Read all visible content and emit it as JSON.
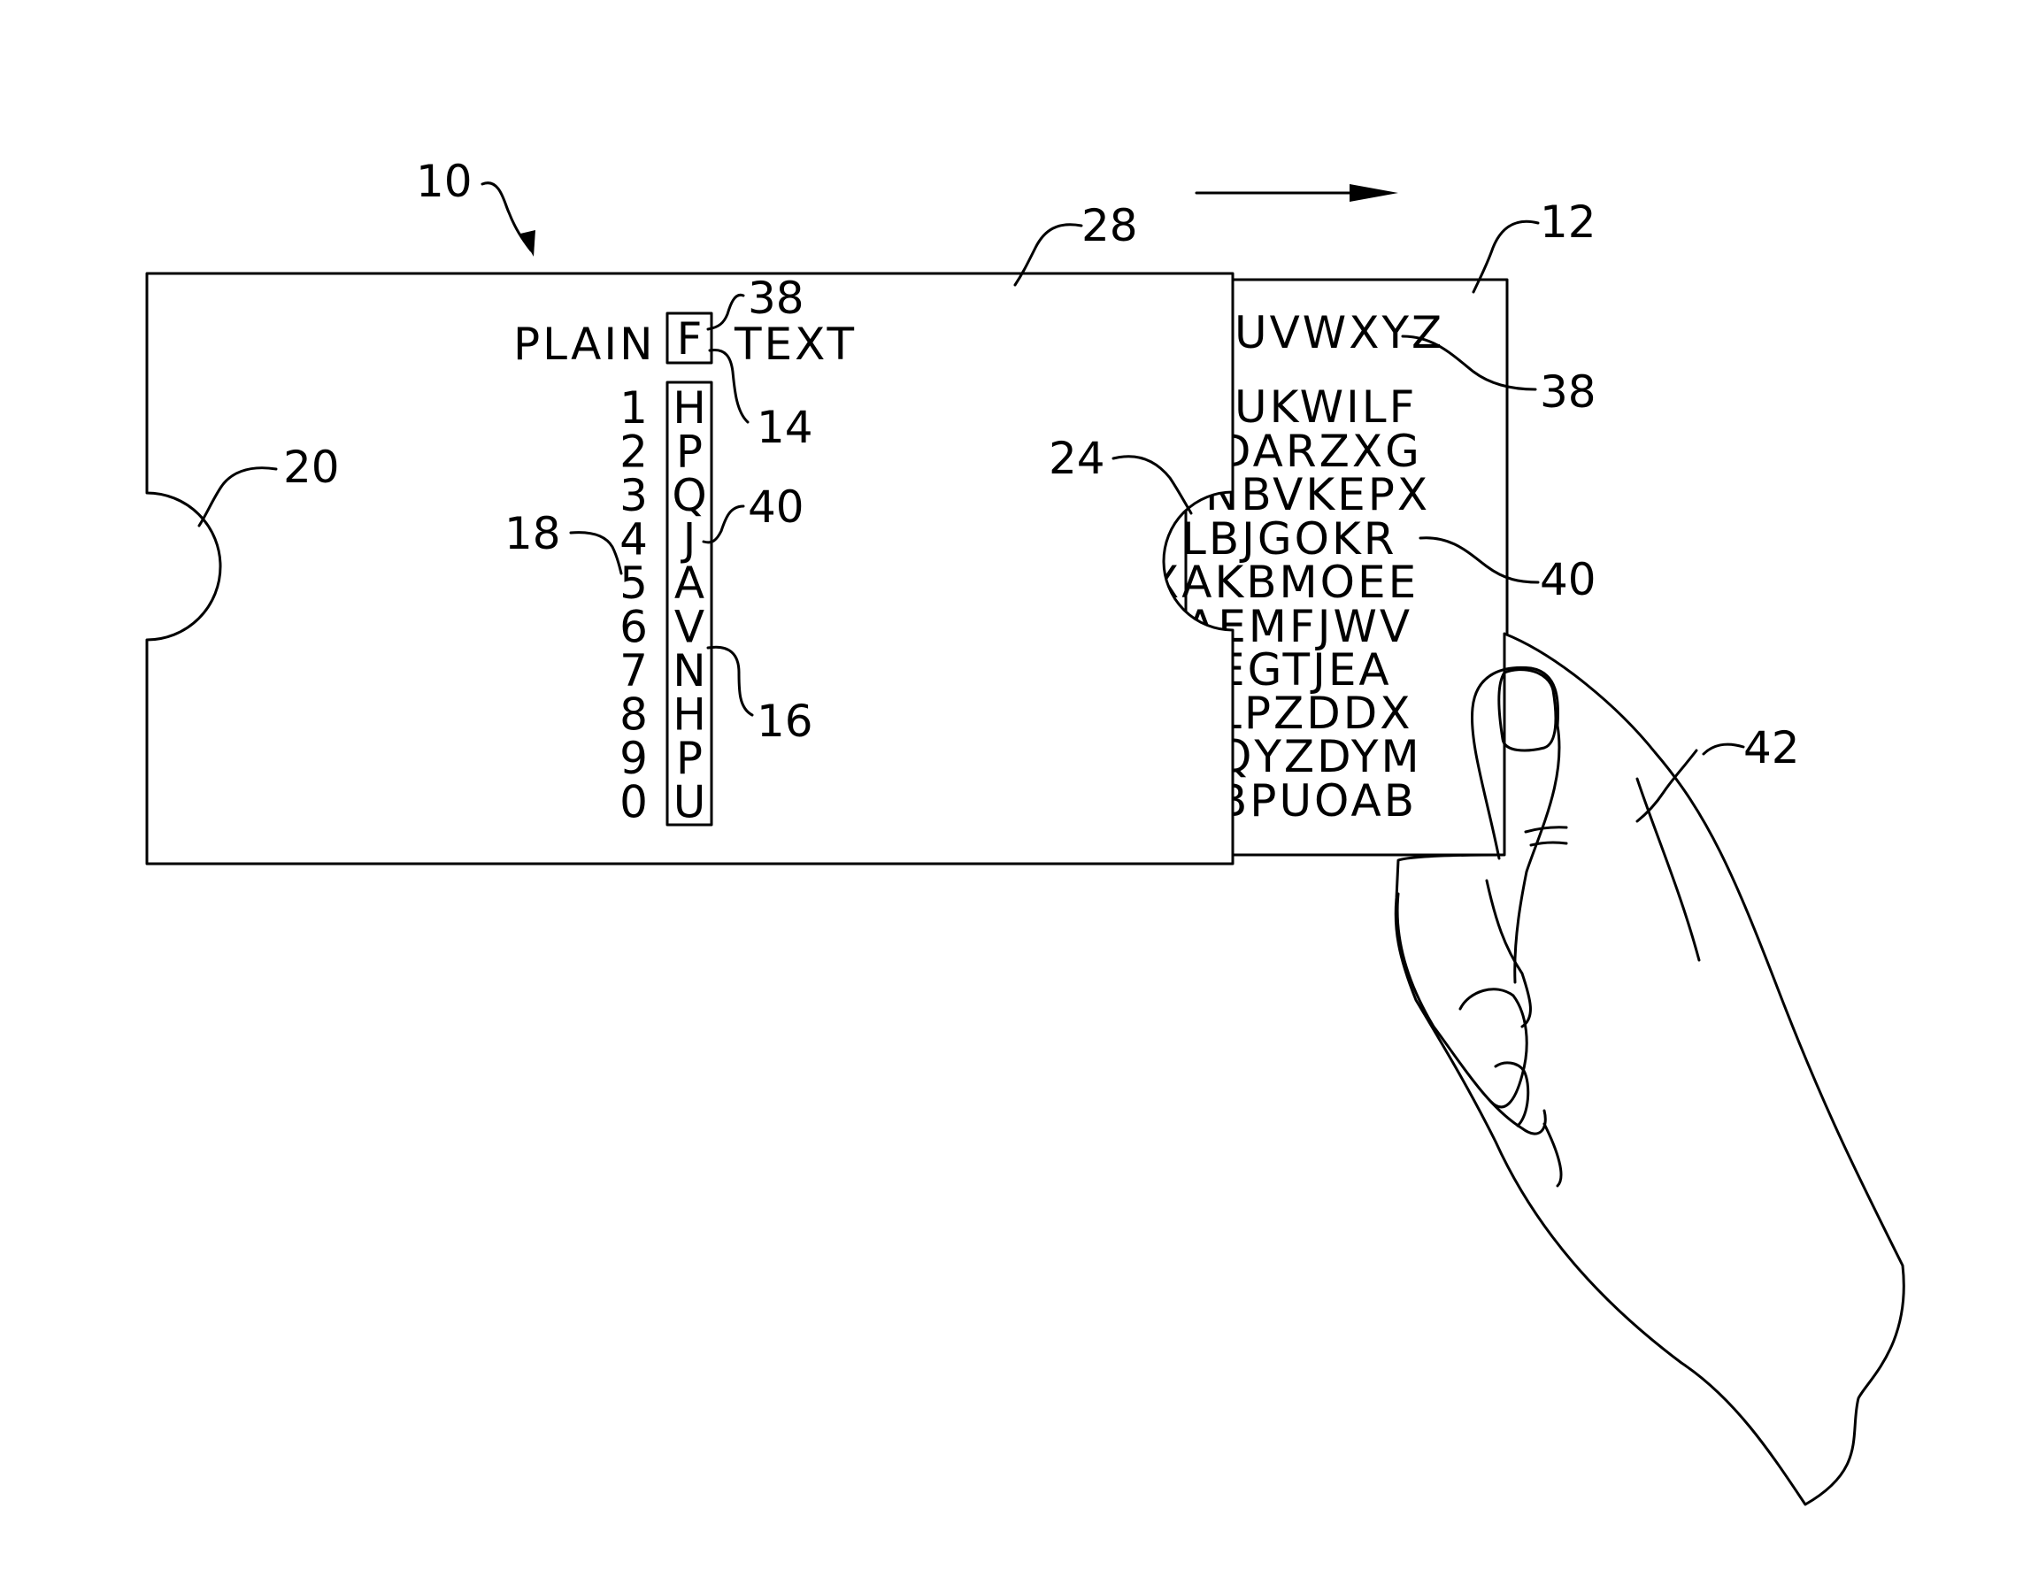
{
  "figure": {
    "refs": {
      "r10": "10",
      "r12": "12",
      "r14": "14",
      "r16": "16",
      "r18": "18",
      "r20": "20",
      "r24": "24",
      "r28": "28",
      "r38a": "38",
      "r38b": "38",
      "r40a": "40",
      "r40b": "40",
      "r42": "42"
    },
    "front_card": {
      "plain_label": "PLAIN",
      "plain_letter": "F",
      "text_label": "TEXT",
      "row_numbers": [
        "1",
        "2",
        "3",
        "4",
        "5",
        "6",
        "7",
        "8",
        "9",
        "0"
      ],
      "cipher_column": [
        "H",
        "P",
        "Q",
        "J",
        "A",
        "V",
        "N",
        "H",
        "P",
        "U"
      ]
    },
    "back_card": {
      "alphabet_row": "UVWXYZ",
      "rows": [
        "UKWILF",
        "DARZXG",
        "NBVKEPX",
        "LBJGOKR",
        "XAKBMOEE",
        "AEMFJWV",
        "EGTJEA",
        "LPZDDX",
        "QYZDYM",
        "BPUOAB"
      ]
    }
  }
}
